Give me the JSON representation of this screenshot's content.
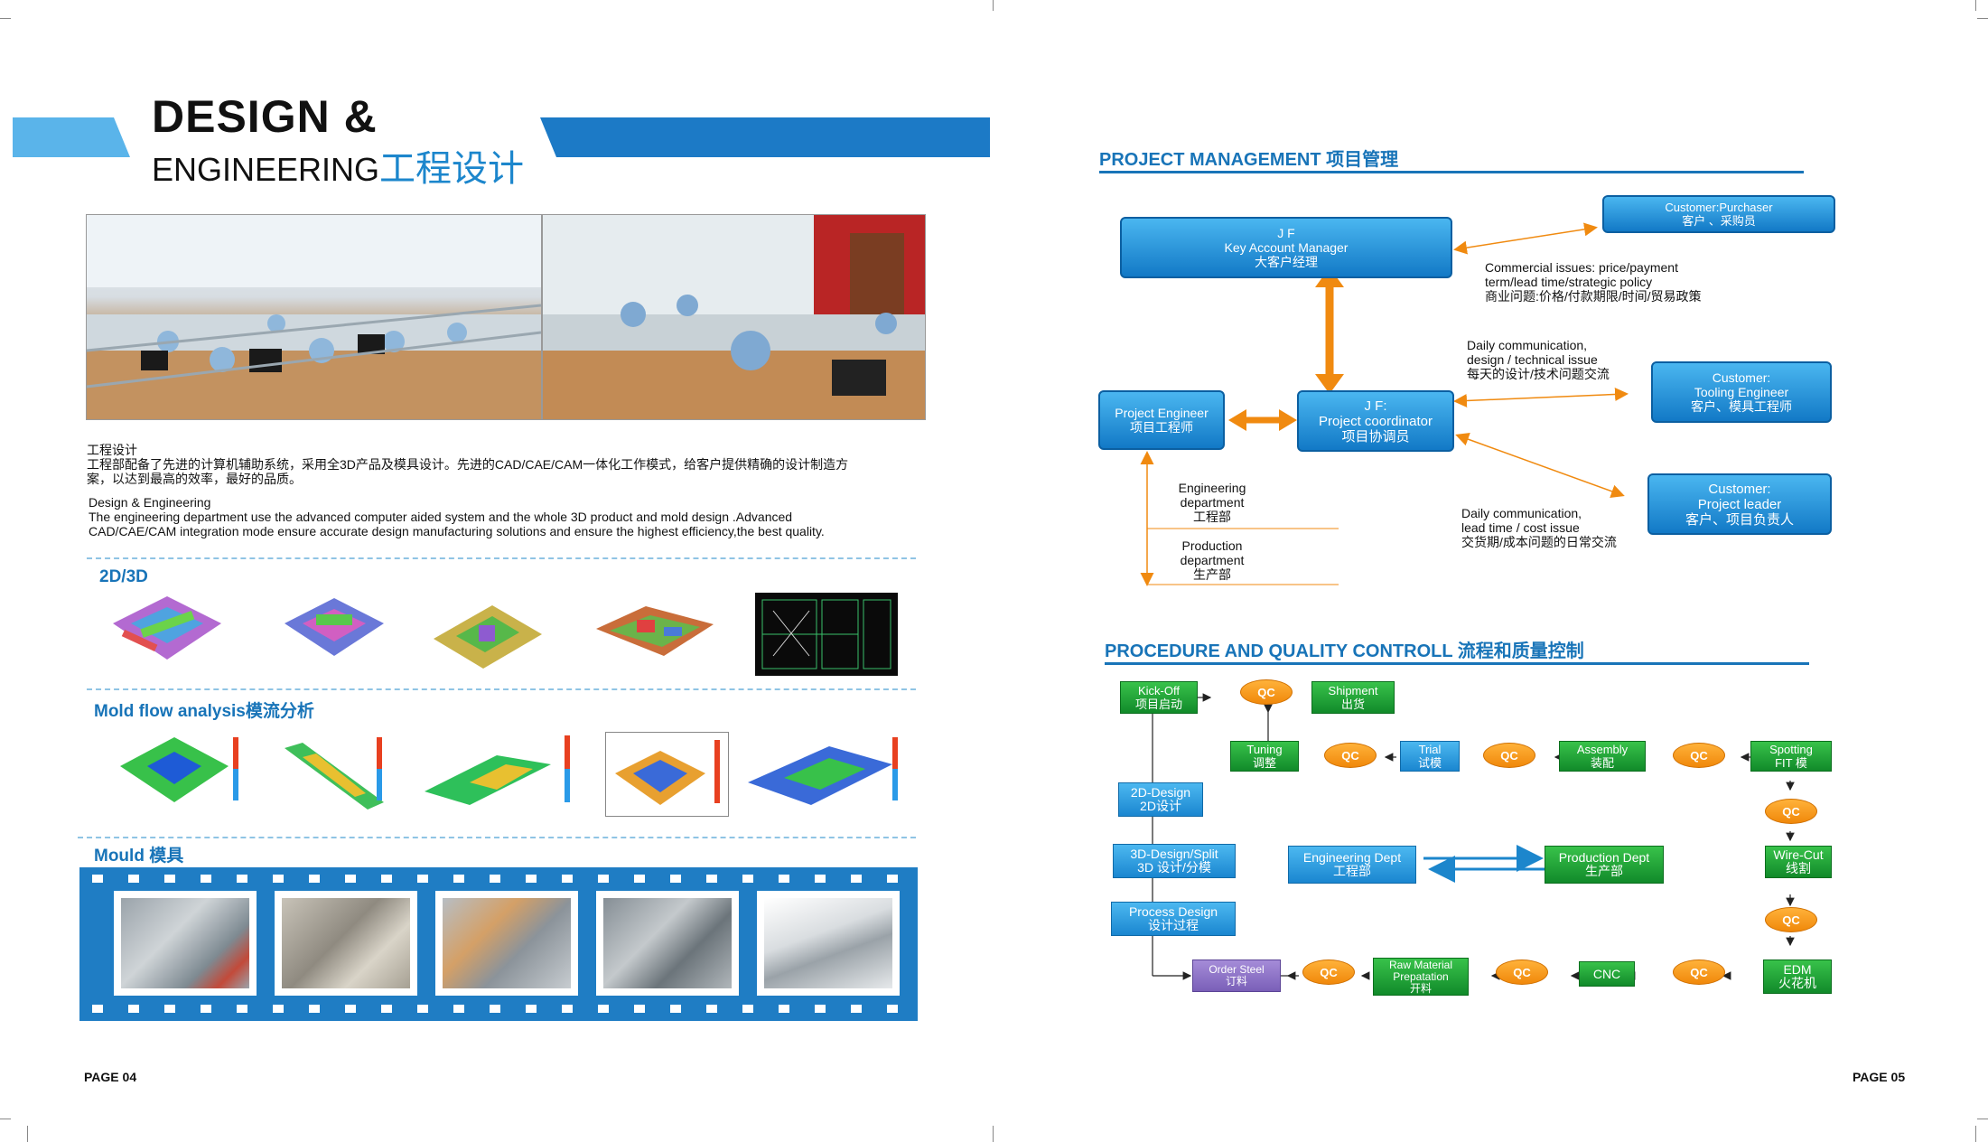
{
  "left_page": {
    "title_line1": "DESIGN &",
    "title_line2_en": "ENGINEERING",
    "title_line2_cn": "工程设计",
    "intro_cn_title": "工程设计",
    "intro_cn_line1": "工程部配备了先进的计算机辅助系统，采用全3D产品及模具设计。先进的CAD/CAE/CAM一体化工作模式，给客户提供精确的设计制造方",
    "intro_cn_line2": "案，以达到最高的效率，最好的品质。",
    "intro_en_title": "Design & Engineering",
    "intro_en_line1": "The engineering department use the advanced computer aided system and the whole 3D product and mold design .Advanced",
    "intro_en_line2": "CAD/CAE/CAM integration mode ensure accurate design manufacturing solutions and ensure the highest efficiency,the best quality.",
    "section_2d3d": "2D/3D",
    "section_moldflow": "Mold flow analysis模流分析",
    "section_mould": "Mould 模具",
    "page_number": "PAGE 04"
  },
  "right_page": {
    "pm_heading": "PROJECT MANAGEMENT 项目管理",
    "pm": {
      "kam_l1": "J F",
      "kam_l2": "Key Account Manager",
      "kam_l3": "大客户经理",
      "purchaser_l1": "Customer:Purchaser",
      "purchaser_l2": "客户 、采购员",
      "coord_l1": "J F:",
      "coord_l2": "Project coordinator",
      "coord_l3": "项目协调员",
      "pe_l1": "Project Engineer",
      "pe_l2": "项目工程师",
      "tooling_l1": "Customer:",
      "tooling_l2": "Tooling Engineer",
      "tooling_l3": "客户、模具工程师",
      "leader_l1": "Customer:",
      "leader_l2": "Project leader",
      "leader_l3": "客户、项目负责人",
      "note_commercial_1": "Commercial issues: price/payment",
      "note_commercial_2": "term/lead time/strategic policy",
      "note_commercial_3": "商业问题:价格/付款期限/时间/贸易政策",
      "note_daily_1": "Daily communication,",
      "note_daily_2": "design / technical  issue",
      "note_daily_3": "每天的设计/技术问题交流",
      "note_daily2_1": "Daily communication,",
      "note_daily2_2": "lead time / cost issue",
      "note_daily2_3": "交货期/成本问题的日常交流",
      "eng_dept_1": "Engineering",
      "eng_dept_2": "department",
      "eng_dept_3": "工程部",
      "prod_dept_1": "Production",
      "prod_dept_2": "department",
      "prod_dept_3": "生产部"
    },
    "pq_heading": "PROCEDURE AND QUALITY CONTROLL 流程和质量控制",
    "pq": {
      "kickoff_l1": "Kick-Off",
      "kickoff_l2": "项目启动",
      "shipment_l1": "Shipment",
      "shipment_l2": "出货",
      "tuning_l1": "Tuning",
      "tuning_l2": "调整",
      "trial_l1": "Trial",
      "trial_l2": "试模",
      "assembly_l1": "Assembly",
      "assembly_l2": "装配",
      "spotting_l1": "Spotting",
      "spotting_l2": "FIT 模",
      "design2d_l1": "2D-Design",
      "design2d_l2": "2D设计",
      "design3d_l1": "3D-Design/Split",
      "design3d_l2": "3D 设计/分模",
      "process_l1": "Process Design",
      "process_l2": "设计过程",
      "engdept_l1": "Engineering Dept",
      "engdept_l2": "工程部",
      "proddept_l1": "Production Dept",
      "proddept_l2": "生产部",
      "wirecut_l1": "Wire-Cut",
      "wirecut_l2": "线割",
      "ordersteel_l1": "Order Steel",
      "ordersteel_l2": "订料",
      "rawmat_l1": "Raw Material",
      "rawmat_l2": "Prepatation",
      "rawmat_l3": "开料",
      "cnc": "CNC",
      "edm_l1": "EDM",
      "edm_l2": "火花机",
      "qc": "QC"
    },
    "page_number": "PAGE 05"
  },
  "colors": {
    "brand_blue": "#1874b8",
    "bar_blue": "#1c7ac6",
    "light_blue": "#5ab4ea",
    "orange": "#f08a10",
    "green": "#18a030"
  }
}
